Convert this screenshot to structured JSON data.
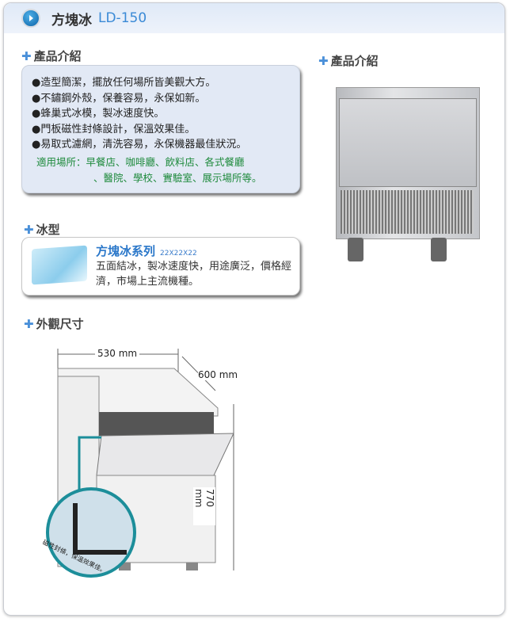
{
  "header": {
    "title": "方塊冰",
    "model": "LD-150",
    "icon": "play-circle-icon"
  },
  "intro": {
    "heading": "產品介紹",
    "items": [
      "●造型簡潔，擺放任何場所皆美觀大方。",
      "●不鏽鋼外殼，保養容易，永保如新。",
      "●蜂巢式冰模，製冰速度快。",
      "●門板磁性封條設計，保溫效果佳。",
      "●易取式濾網，清洗容易，永保機器最佳狀況。"
    ],
    "usage_line1": "適用場所：早餐店、咖啡廳、飲料店、各式餐廳",
    "usage_line2": "、醫院、學校、實驗室、展示場所等。"
  },
  "ice": {
    "heading": "冰型",
    "title": "方塊冰系列",
    "size": "22X22X22",
    "desc": "五面結冰，製冰速度快，用途廣泛，價格經濟，市場上主流機種。"
  },
  "dimensions": {
    "heading": "外觀尺寸",
    "width": "530 mm",
    "depth": "600 mm",
    "height": "770 mm",
    "callout": "磁性封條，保溫效果佳。"
  },
  "photo": {
    "heading": "產品介紹"
  }
}
